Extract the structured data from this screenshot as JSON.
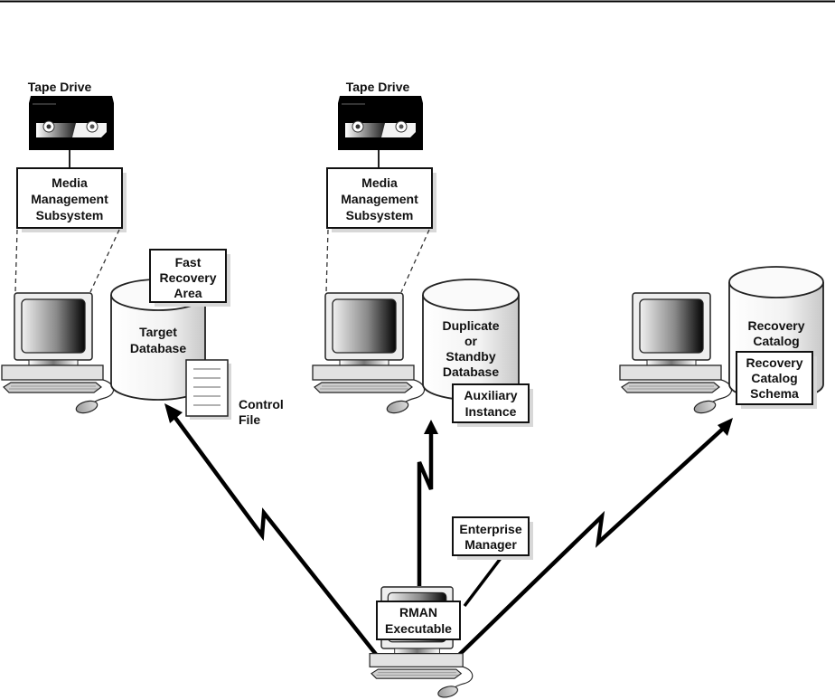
{
  "diagram": {
    "sites": [
      {
        "tape_drive_label": "Tape Drive",
        "media_box": [
          "Media",
          "Management",
          "Subsystem"
        ],
        "database": [
          "Target",
          "Database"
        ],
        "recovery_area": [
          "Fast",
          "Recovery",
          "Area"
        ],
        "control_file": [
          "Control",
          "File"
        ]
      },
      {
        "tape_drive_label": "Tape Drive",
        "media_box": [
          "Media",
          "Management",
          "Subsystem"
        ],
        "database": [
          "Duplicate",
          "or",
          "Standby",
          "Database"
        ],
        "auxiliary": [
          "Auxiliary",
          "Instance"
        ]
      },
      {
        "database": [
          "Recovery",
          "Catalog"
        ],
        "schema": [
          "Recovery",
          "Catalog",
          "Schema"
        ]
      }
    ],
    "rman": [
      "RMAN",
      "Executable"
    ],
    "enterprise_manager": [
      "Enterprise",
      "Manager"
    ]
  }
}
